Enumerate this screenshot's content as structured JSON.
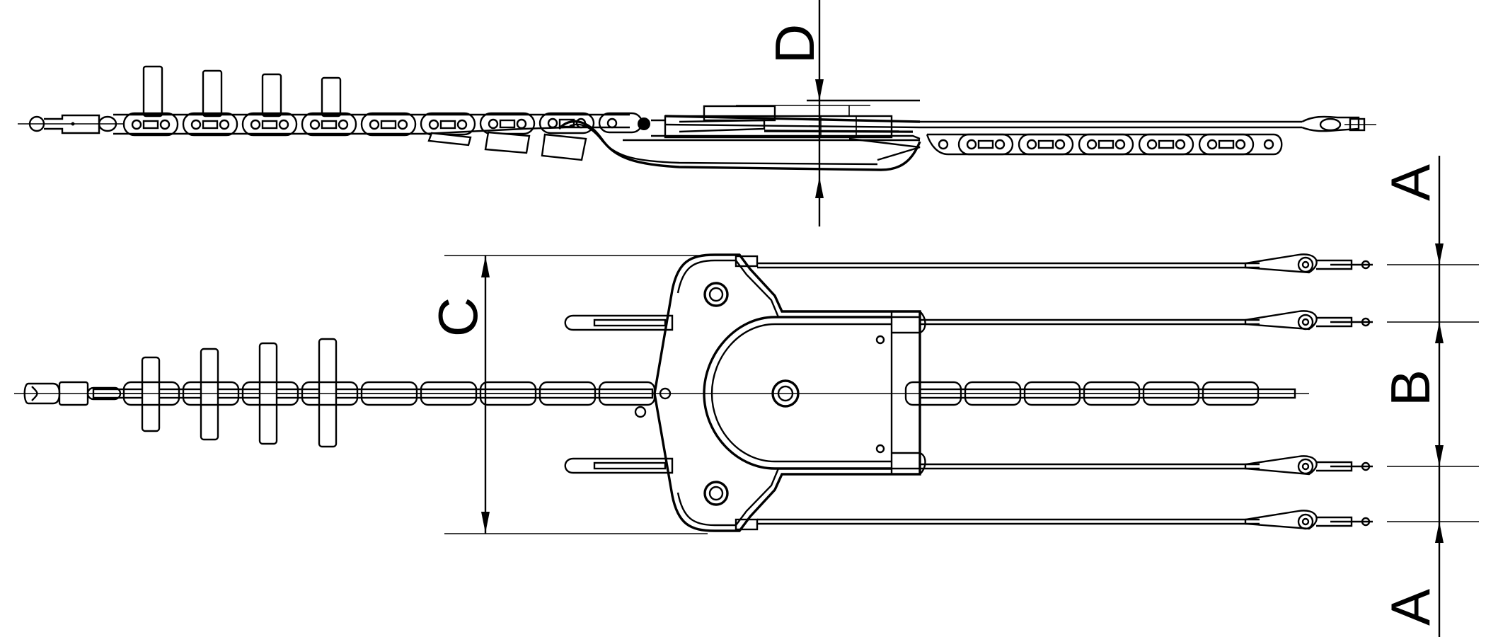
{
  "drawing": {
    "type": "technical-line-drawing",
    "views": [
      "side-view",
      "plan-view"
    ],
    "line_color": "#000000",
    "background": "#ffffff"
  },
  "dimensions": {
    "D": "D",
    "C": "C",
    "A_top": "A",
    "B": "B",
    "A_bottom": "A"
  }
}
